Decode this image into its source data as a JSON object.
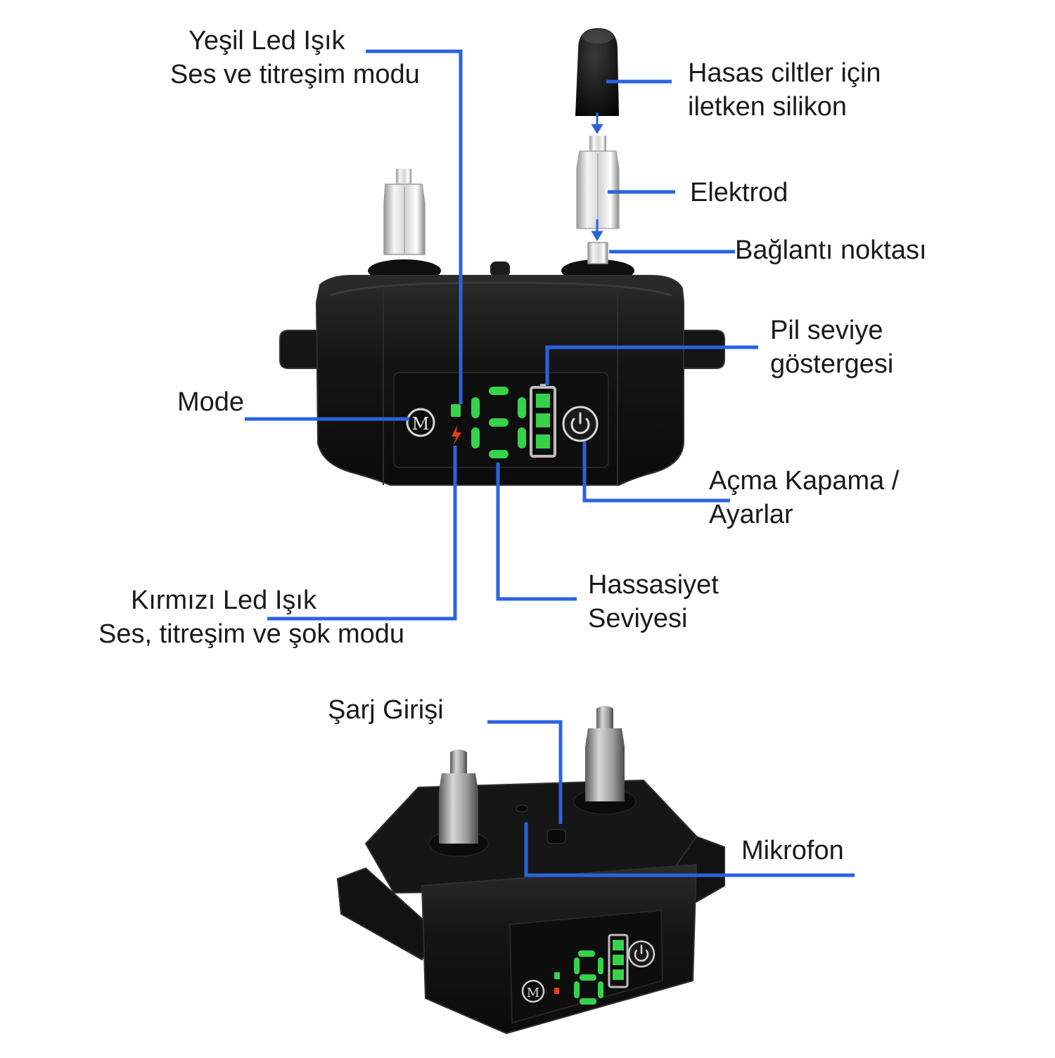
{
  "colors": {
    "leader": "#2a63e0",
    "housing": "#141414",
    "housing_edge": "#2e2e2e",
    "led_green": "#35d24a",
    "led_red": "#e0401c",
    "metal_light": "#eaeaea",
    "metal_dark": "#8a8a8a",
    "text": "#1a1a1a"
  },
  "labels": {
    "green_led": {
      "line1": "Yeşil Led Işık",
      "line2": "Ses ve titreşim modu"
    },
    "silicone": {
      "line1": "Hasas ciltler için",
      "line2": "iletken silikon"
    },
    "electrode": {
      "line1": "Elektrod"
    },
    "connection": {
      "line1": "Bağlantı noktası"
    },
    "battery": {
      "line1": "Pil seviye",
      "line2": "göstergesi"
    },
    "mode": {
      "line1": "Mode"
    },
    "power": {
      "line1": "Açma Kapama /",
      "line2": "Ayarlar"
    },
    "sensitivity": {
      "line1": "Hassasiyet",
      "line2": "Seviyesi"
    },
    "red_led": {
      "line1": "Kırmızı Led Işık",
      "line2": "Ses, titreşim ve şok modu"
    },
    "charge": {
      "line1": "Şarj Girişi"
    },
    "microphone": {
      "line1": "Mikrofon"
    }
  },
  "icons": {
    "mode_button": "m-letter-button-icon",
    "power_button": "power-icon",
    "battery": "battery-icon",
    "charge_bolt": "lightning-bolt-icon"
  },
  "device": {
    "mode_button_letter": "M",
    "battery_bars_lit": 3,
    "battery_bars_total": 3,
    "display_digit": "8"
  }
}
